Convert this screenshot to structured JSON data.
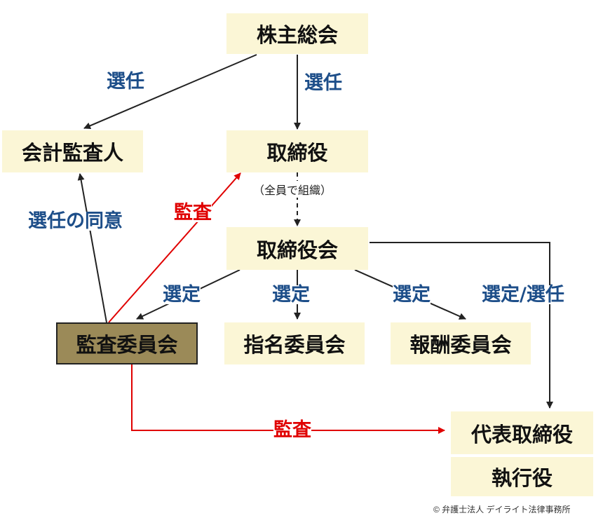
{
  "nodes": {
    "shareholders": "株主総会",
    "auditor": "会計監査人",
    "directors": "取締役",
    "board": "取締役会",
    "audit_committee": "監査委員会",
    "nomination_committee": "指名委員会",
    "compensation_committee": "報酬委員会",
    "representative_exec": "代表取締役",
    "exec_officer": "執行役"
  },
  "note": "（全員で組織）",
  "labels": {
    "elect_left": "選任",
    "elect_down": "選任",
    "consent": "選任の同意",
    "audit_up": "監査",
    "select_left": "選定",
    "select_mid": "選定",
    "select_right": "選定",
    "select_elect": "選定/選任",
    "audit_bottom": "監査"
  },
  "credit": "© 弁護士法人 デイライト法律事務所",
  "colors": {
    "box_fill": "#fbf6d6",
    "audit_committee_fill": "#9b8a58",
    "label_blue": "#1d4e89",
    "audit_red": "#e00000",
    "arrow_black": "#222222"
  }
}
